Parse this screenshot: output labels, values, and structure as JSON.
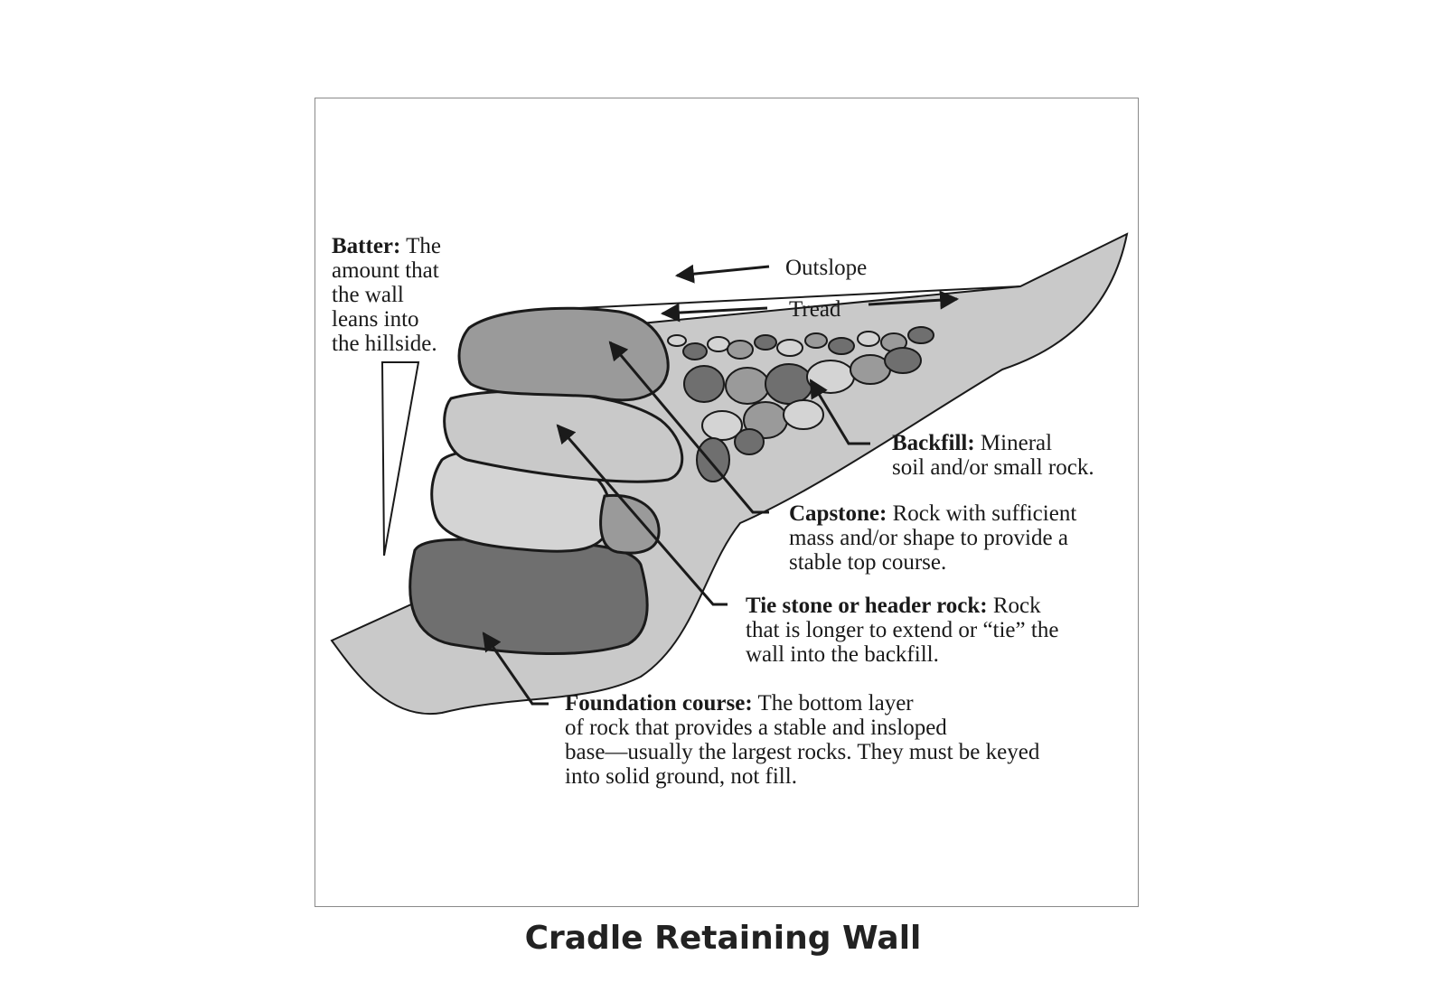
{
  "diagram": {
    "caption": "Cradle Retaining Wall",
    "labels": {
      "outslope": "Outslope",
      "tread": "Tread",
      "batter": {
        "term": "Batter:",
        "text": " The\namount that\nthe wall\nleans into\nthe hillside."
      },
      "backfill": {
        "term": "Backfill:",
        "text": " Mineral\nsoil and/or small rock."
      },
      "capstone": {
        "term": "Capstone:",
        "text": " Rock with sufficient\nmass and/or shape to provide a\nstable top course."
      },
      "tie_stone": {
        "term": "Tie stone or header rock:",
        "text": " Rock\nthat is longer to extend or “tie” the\nwall into the backfill."
      },
      "foundation": {
        "term": "Foundation course:",
        "text": " The bottom layer\nof rock that provides a stable and insloped\nbase—usually the largest rocks. They must be keyed\ninto solid ground, not fill."
      }
    },
    "colors": {
      "ground": "#c9c9c9",
      "rock_dark": "#6f6f6f",
      "rock_mid": "#9a9a9a",
      "rock_light": "#d4d4d4",
      "outline": "#1a1a1a"
    }
  }
}
